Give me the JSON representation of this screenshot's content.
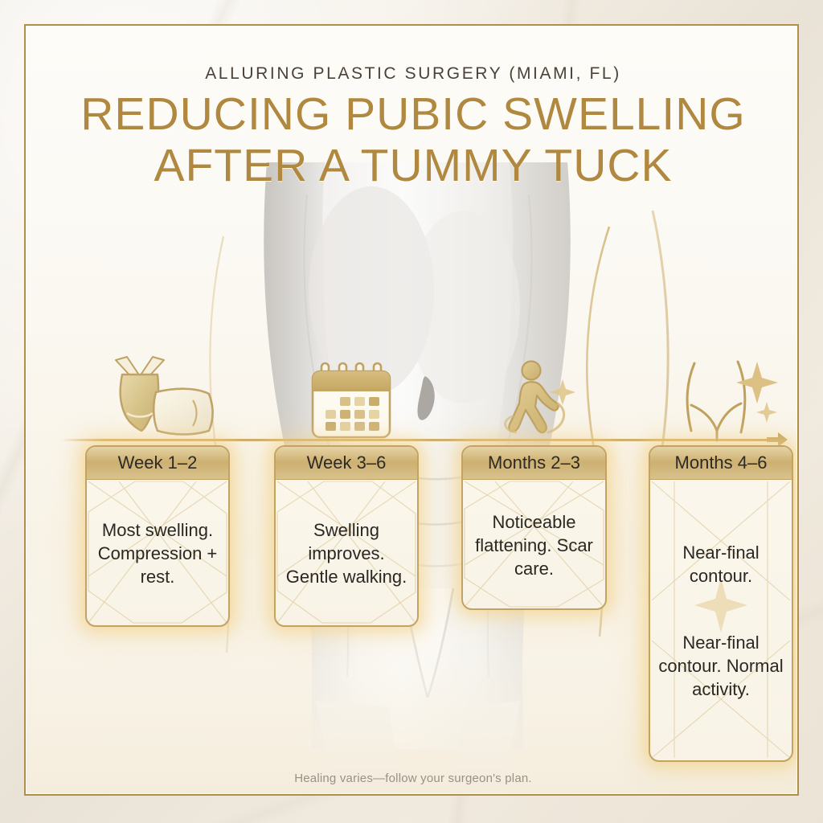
{
  "page": {
    "kicker": "ALLURING PLASTIC SURGERY (MIAMI, FL)",
    "title_line1": "REDUCING PUBIC SWELLING",
    "title_line2": "AFTER A TUMMY TUCK",
    "footnote": "Healing varies—follow your surgeon's plan."
  },
  "colors": {
    "gold": "#b0883f",
    "gold_light": "#cdb071",
    "gold_border": "#c3a262",
    "text_dark": "#2b2722",
    "kicker_text": "#4a4239",
    "footnote_text": "#9a9086",
    "card_bg": "#f9f4e8",
    "panel_bg": "#fbf9f3"
  },
  "timeline": {
    "arrow_icon": "arrow-right-icon",
    "stages": [
      {
        "id": "week-1-2",
        "label": "Week 1–2",
        "icon": "compression-garment-pillow-icon",
        "text": "Most swelling. Compression + rest.",
        "text_blocks": [
          "Most swelling. Compression + rest."
        ]
      },
      {
        "id": "week-3-6",
        "label": "Week 3–6",
        "icon": "calendar-icon",
        "text": "Swelling improves. Gentle walking.",
        "text_blocks": [
          "Swelling improves. Gentle walking."
        ]
      },
      {
        "id": "months-2-3",
        "label": "Months 2–3",
        "icon": "walking-person-icon",
        "text": "Noticeable flattening. Scar care.",
        "text_blocks": [
          "Noticeable flattening. Scar care."
        ]
      },
      {
        "id": "months-4-6",
        "label": "Months 4–6",
        "icon": "body-contour-sparkle-icon",
        "text": "Near-final contour. Normal activity.",
        "text_blocks": [
          "Near-final contour.",
          "Near-final contour. Normal activity."
        ]
      }
    ]
  }
}
